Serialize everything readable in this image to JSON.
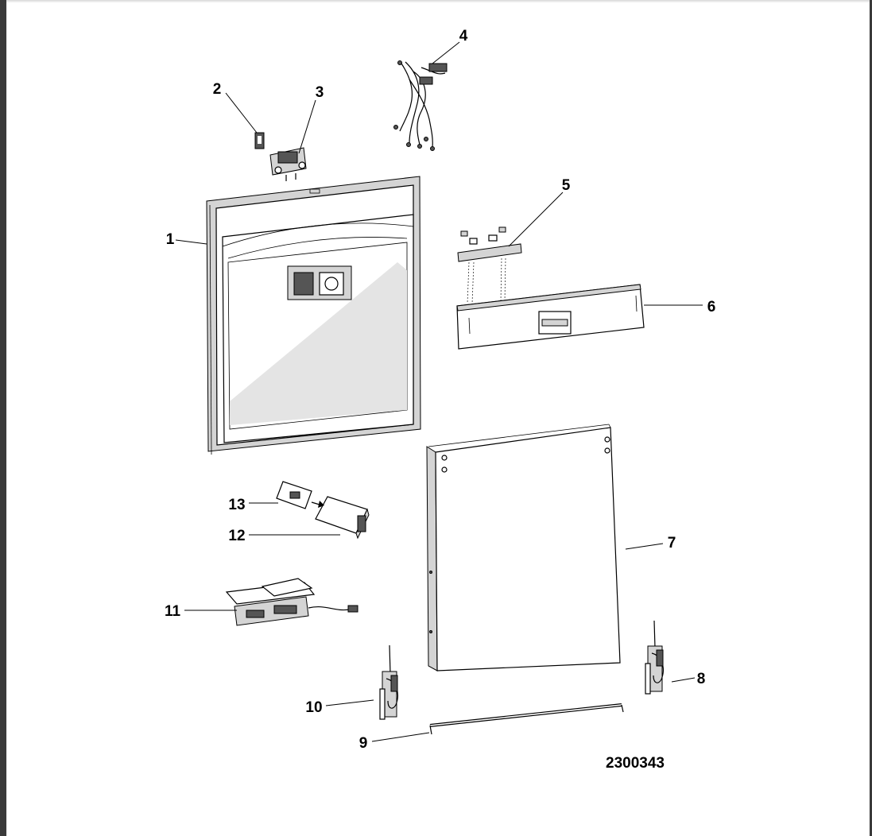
{
  "document_number": "2300343",
  "parts": [
    {
      "id": "door-inner",
      "label": "1"
    },
    {
      "id": "lock-hook",
      "label": "2"
    },
    {
      "id": "door-lock",
      "label": "3"
    },
    {
      "id": "wiring-harness",
      "label": "4"
    },
    {
      "id": "control-keypad",
      "label": "5"
    },
    {
      "id": "control-panel",
      "label": "6"
    },
    {
      "id": "outer-door-panel",
      "label": "7"
    },
    {
      "id": "hinge-right",
      "label": "8"
    },
    {
      "id": "hinge-rod",
      "label": "9"
    },
    {
      "id": "hinge-left",
      "label": "10"
    },
    {
      "id": "electronic-board",
      "label": "11"
    },
    {
      "id": "dispenser",
      "label": "12"
    },
    {
      "id": "dispenser-lid",
      "label": "13"
    }
  ]
}
